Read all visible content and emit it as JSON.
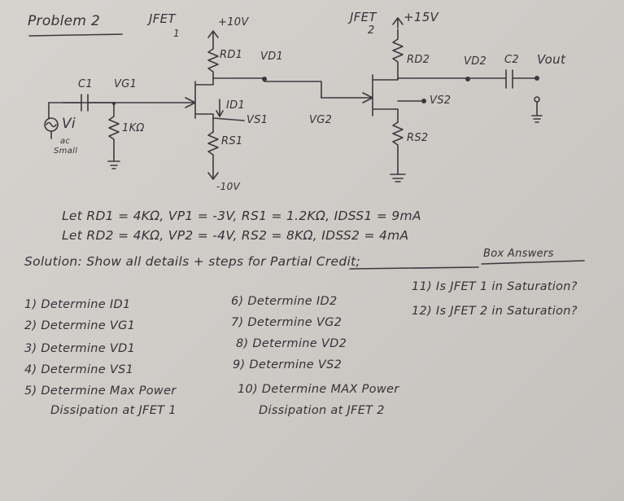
{
  "header": {
    "problem": "Problem 2",
    "jfet1_title": "JFET",
    "jfet1_num": "1",
    "jfet2_title": "JFET",
    "jfet2_num": "2"
  },
  "circuit": {
    "vdd1": "+10V",
    "vdd2": "+15V",
    "rd1": "RD1",
    "vd1": "VD1",
    "rd2": "RD2",
    "vd2": "VD2",
    "c1": "C1",
    "vg1": "VG1",
    "c2": "C2",
    "vout": "Vout",
    "id1": "ID1",
    "vs1": "VS1",
    "rs1": "RS1",
    "vss": "-10V",
    "vg2": "VG2",
    "vs2": "VS2",
    "rs2": "RS2",
    "vi": "Vi",
    "vi_ac": "ac",
    "vi_small": "Small",
    "rg": "1KΩ"
  },
  "params": {
    "line1": "Let RD1 = 4KΩ, VP1 = -3V, RS1 = 1.2KΩ, IDSS1 = 9mA",
    "line2": "Let RD2 = 4KΩ, VP2 = -4V, RS2 = 8KΩ, IDSS2 = 4mA"
  },
  "instructions": {
    "solution": "Solution: Show all details + steps for Partial Credit;",
    "box": "Box Answers"
  },
  "questions": {
    "q1": "1) Determine ID1",
    "q2": "2) Determine VG1",
    "q3": "3) Determine VD1",
    "q4": "4) Determine VS1",
    "q5a": "5) Determine Max Power",
    "q5b": "Dissipation at JFET 1",
    "q6": "6) Determine ID2",
    "q7": "7) Determine VG2",
    "q8": "8) Determine VD2",
    "q9": "9) Determine VS2",
    "q10a": "10) Determine MAX Power",
    "q10b": "Dissipation at JFET 2",
    "q11": "11) Is JFET 1 in Saturation?",
    "q12": "12) Is JFET 2 in Saturation?"
  }
}
